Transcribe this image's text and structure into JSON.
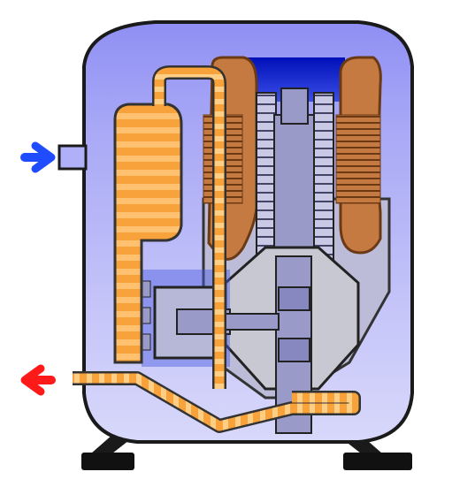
{
  "diagram": {
    "labels": [],
    "arrows": [
      {
        "name": "inlet-arrow",
        "color": "#1f4cff",
        "direction": "right"
      },
      {
        "name": "outlet-arrow",
        "color": "#ff1a1a",
        "direction": "left"
      }
    ]
  },
  "colors": {
    "shell_fill": "#b0b0f8",
    "shell_top_band": "#5b5bf0",
    "shell_outline": "#1a1a1a",
    "dark_blue": "#0a20c8",
    "copper_pipe": "#f7a23a",
    "copper_pipe_light": "#ffd79c",
    "winding": "#c57a42",
    "winding_outline": "#6b3a14",
    "motor_body": "#b7b7d8",
    "grey_metal": "#c8c8d2",
    "shaft": "#9a9ac8",
    "feet": "#111111"
  },
  "components": {
    "shell": "shell",
    "accumulator": "accumulator",
    "suction_pipe": "suction-pipe",
    "discharge_pipe": "discharge-pipe",
    "motor_stator": "motor-stator",
    "motor_rotor": "motor-rotor",
    "crankshaft": "crankshaft",
    "compression_chamber": "compression-chamber",
    "mounting_feet": "mounting-feet"
  }
}
